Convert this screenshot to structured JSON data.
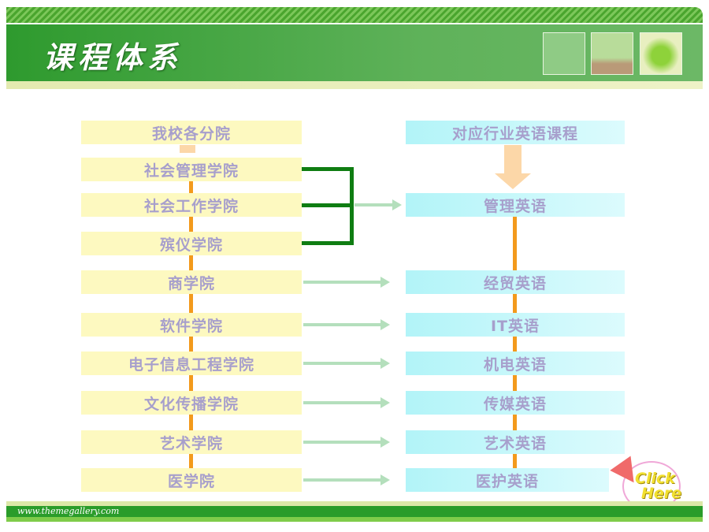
{
  "header": {
    "title": "课程体系"
  },
  "left": {
    "header": "我校各分院",
    "items": [
      "社会管理学院",
      "社会工作学院",
      "殡仪学院",
      "商学院",
      "软件学院",
      "电子信息工程学院",
      "文化传播学院",
      "艺术学院",
      "医学院"
    ]
  },
  "right": {
    "header": "对应行业英语课程",
    "items": [
      "管理英语",
      "经贸英语",
      "IT英语",
      "机电英语",
      "传媒英语",
      "艺术英语",
      "医护英语"
    ]
  },
  "click_here": {
    "line1": "Click",
    "line2": "Here"
  },
  "footer": {
    "url": "www.themegallery.com"
  }
}
